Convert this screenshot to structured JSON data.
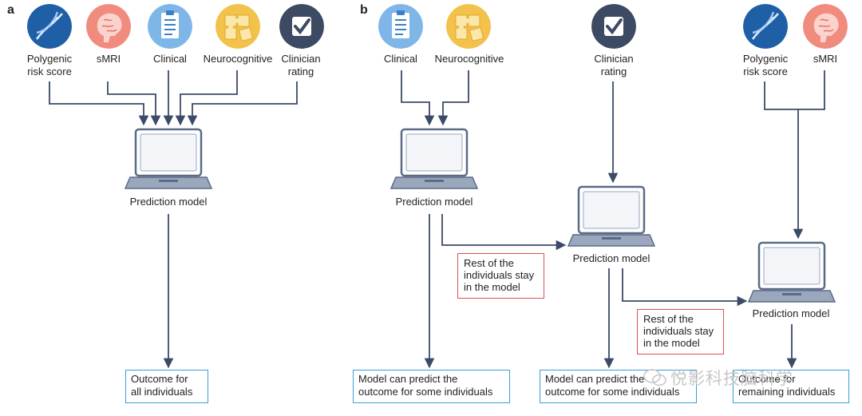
{
  "panels": {
    "a": "a",
    "b": "b"
  },
  "panel_a": {
    "inputs": {
      "polygenic": [
        "Polygenic",
        "risk score"
      ],
      "smri": [
        "sMRI"
      ],
      "clinical": [
        "Clinical"
      ],
      "neurocognitive": [
        "Neurocognitive"
      ],
      "clinician": [
        "Clinician",
        "rating"
      ]
    },
    "model_label": "Prediction model",
    "outcome": [
      "Outcome for",
      "all individuals"
    ]
  },
  "panel_b": {
    "stage1": {
      "inputs": {
        "clinical": [
          "Clinical"
        ],
        "neurocognitive": [
          "Neurocognitive"
        ]
      },
      "model_label": "Prediction model",
      "outcome": [
        "Model can predict the",
        "outcome for some individuals"
      ],
      "rest": [
        "Rest of the",
        "individuals stay",
        "in the model"
      ]
    },
    "stage2": {
      "inputs": {
        "clinician": [
          "Clinician",
          "rating"
        ]
      },
      "model_label": "Prediction model",
      "outcome": [
        "Model can predict the",
        "outcome for some individuals"
      ],
      "rest": [
        "Rest of the",
        "individuals stay",
        "in the model"
      ]
    },
    "stage3": {
      "inputs": {
        "polygenic": [
          "Polygenic",
          "risk score"
        ],
        "smri": [
          "sMRI"
        ]
      },
      "model_label": "Prediction model",
      "outcome": [
        "Outcome for",
        "remaining individuals"
      ]
    }
  },
  "watermark": "悦影科技脑科学",
  "colors": {
    "arrow": "#3b4a66",
    "dna_bg": "#1f5fa6",
    "brain_bg": "#f08b7e",
    "clinical_bg": "#7fb6e8",
    "puzzle_bg": "#f2c24b",
    "check_bg": "#3d4a63",
    "box_border": "#3a9fd4",
    "rest_border": "#d9534f"
  },
  "icons": {
    "polygenic": "dna-icon",
    "smri": "brain-icon",
    "clinical": "clipboard-icon",
    "neurocognitive": "puzzle-icon",
    "clinician": "checkmark-icon",
    "model": "laptop-icon"
  }
}
